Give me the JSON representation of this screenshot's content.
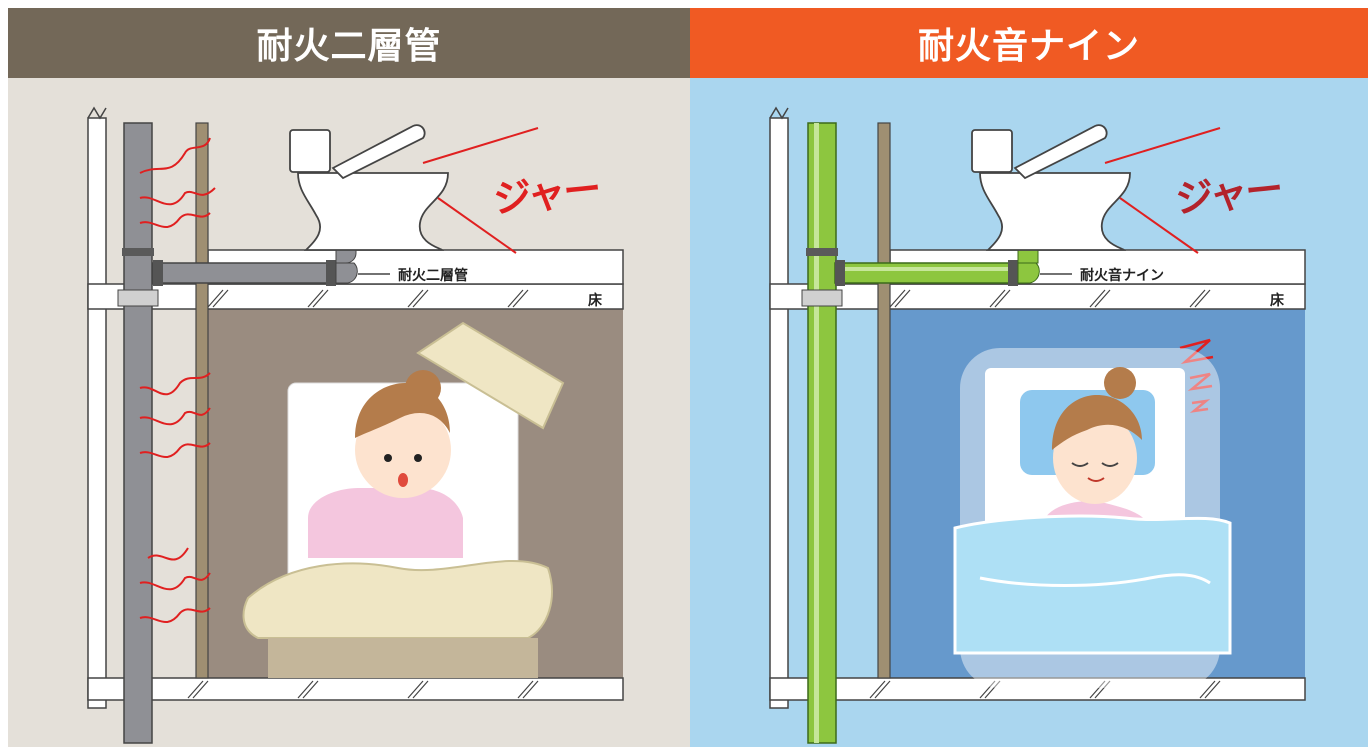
{
  "left_panel": {
    "title": "耐火二層管",
    "pipe_label": "耐火二層管",
    "floor_label": "床",
    "sound_effect": "ジャー",
    "colors": {
      "header": "#736858",
      "background": "#e4e0d9",
      "room": "#9a8c80",
      "pipe": "#8f9095"
    }
  },
  "right_panel": {
    "title": "耐火音ナイン",
    "pipe_label": "耐火音ナイン",
    "floor_label": "床",
    "sound_effect": "ジャー",
    "colors": {
      "header": "#f05a23",
      "background": "#aad6ef",
      "room": "#6699cc",
      "pipe": "#8dc63f"
    }
  }
}
